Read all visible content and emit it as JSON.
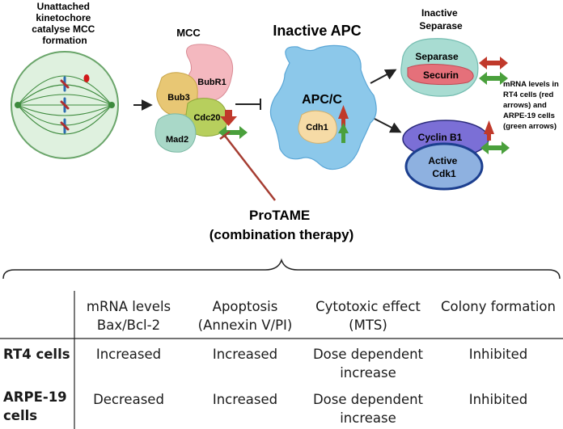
{
  "diagram": {
    "cell_label": [
      "Unattached",
      "kinetochore",
      "catalyse MCC",
      "formation"
    ],
    "mcc_title": "MCC",
    "proteins": {
      "bubr1": "BubR1",
      "bub3": "Bub3",
      "cdc20": "Cdc20",
      "mad2": "Mad2",
      "apc": "APC/C",
      "cdh1": "Cdh1",
      "separase": "Separase",
      "securin": "Securin",
      "cyclin_b1": "Cyclin B1",
      "cdk1": [
        "Active",
        "Cdk1"
      ]
    },
    "inactive_apc_title": "Inactive APC",
    "inactive_separase_title": [
      "Inactive",
      "Separase"
    ],
    "legend_note": [
      "mRNA levels in",
      "RT4 cells (red",
      "arrows) and",
      "ARPE-19 cells",
      "(green arrows)"
    ],
    "drug_label": [
      "ProTAME",
      "(combination therapy)"
    ],
    "colors": {
      "red_arrow": "#c0392b",
      "green_arrow": "#4aa03c",
      "bubr1": "#f4b8bf",
      "bub3": "#e8c774",
      "cdc20": "#b7cf5d",
      "mad2": "#a9d8c8",
      "apc": "#8cc8ea",
      "cdh1": "#f6dba6",
      "separase": "#a8dcd2",
      "securin": "#e5707a",
      "cyclin": "#7b6fd6",
      "cdk1": "#8eb1e0"
    }
  },
  "table": {
    "columns": [
      [
        "mRNA levels",
        "Bax/Bcl-2"
      ],
      [
        "Apoptosis",
        "(Annexin V/PI)"
      ],
      [
        "Cytotoxic effect",
        "(MTS)"
      ],
      [
        "Colony formation"
      ]
    ],
    "rows": [
      {
        "label": [
          "RT4 cells"
        ],
        "cells": [
          [
            "Increased"
          ],
          [
            "Increased"
          ],
          [
            "Dose dependent",
            "increase"
          ],
          [
            "Inhibited"
          ]
        ]
      },
      {
        "label": [
          "ARPE-19",
          "cells"
        ],
        "cells": [
          [
            "Decreased"
          ],
          [
            "Increased"
          ],
          [
            "Dose dependent",
            "increase"
          ],
          [
            "Inhibited"
          ]
        ]
      }
    ]
  }
}
